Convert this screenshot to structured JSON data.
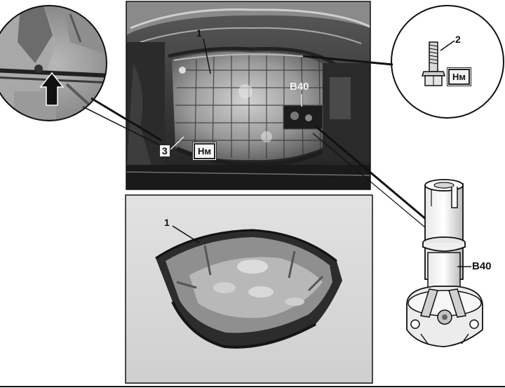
{
  "labels": {
    "top_photo_1": "1",
    "b40_top": "B40",
    "label_3": "3",
    "nm_bottom": "Нм",
    "label_2": "2",
    "nm_bolt": "Нм",
    "bottom_photo_1": "1",
    "b40_tool": "B40"
  },
  "colors": {
    "photo_dark": "#2e2e2e",
    "photo_mid": "#6a6a6a",
    "photo_light": "#c9c9c9",
    "paper": "#ffffff",
    "ink": "#111111"
  }
}
